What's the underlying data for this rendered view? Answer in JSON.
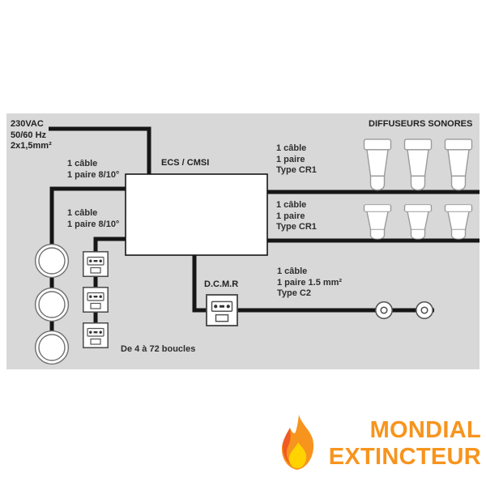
{
  "diagram": {
    "power": "230VAC\n50/60 Hz\n2x1,5mm²",
    "ecs_label": "ECS / CMSI",
    "sounders_title": "DIFFUSEURS SONORES",
    "cr1_top": "1 câble\n1 paire\nType CR1",
    "cr1_bottom": "1 câble\n1 paire\nType CR1",
    "loop_top": "1 câble\n1 paire 8/10°",
    "loop_bottom": "1 câble\n1 paire 8/10°",
    "dcmr_label": "D.C.M.R",
    "c2": "1 câble\n1 paire 1.5 mm²\nType C2",
    "loops_note": "De 4 à 72 boucles"
  },
  "logo": {
    "line1": "MONDIAL",
    "line2": "EXTINCTEUR"
  },
  "colors": {
    "panel_bg": "#d8d8d9",
    "wire": "#161616",
    "brand_orange": "#f7941d",
    "flame_deep": "#f15a24",
    "flame_yellow": "#ffd200"
  }
}
